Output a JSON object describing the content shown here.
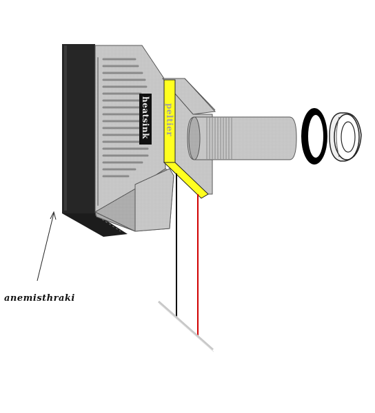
{
  "labels": {
    "heatsink": "heatsink",
    "peltier": "peltier",
    "fan": "anemisthraki"
  },
  "colors": {
    "fan_body": "#2b2b2b",
    "heatsink_body": "#c4c4c4",
    "fin_lines": "#8a8a8a",
    "peltier": "#ffff20",
    "wire_negative": "#000000",
    "wire_positive": "#d00000",
    "board": "#c8c8c8",
    "threaded_tube": "#c8c8c8",
    "o_ring": "#000000",
    "nut": "#e8e8e8"
  }
}
